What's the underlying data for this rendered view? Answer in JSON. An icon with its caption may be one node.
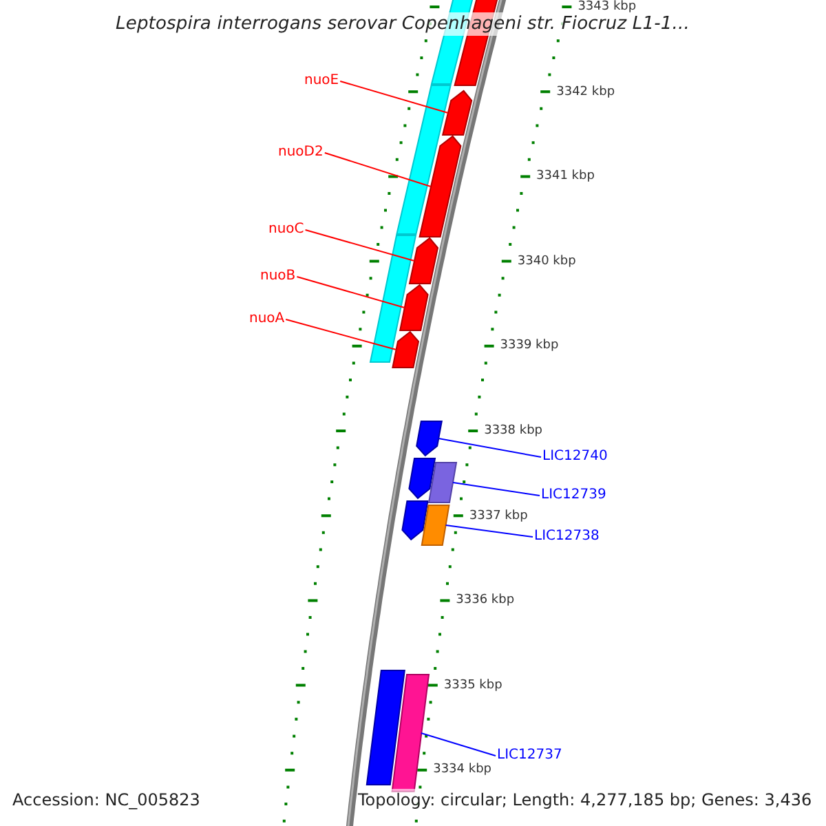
{
  "diagram": {
    "title": "Leptospira interrogans serovar Copenhageni str. Fiocruz L1-1...",
    "nodes": [
      {
        "text": [
          "nuoE"
        ]
      },
      {
        "text": [
          "nuoD2"
        ]
      },
      {
        "text": [
          "nuoC"
        ]
      },
      {
        "text": [
          "nuoB"
        ]
      },
      {
        "text": [
          "nuoA"
        ]
      },
      {
        "text": [
          "LIC12740"
        ]
      },
      {
        "text": [
          "LIC12739"
        ]
      },
      {
        "text": [
          "LIC12738"
        ]
      },
      {
        "text": [
          "LIC12737"
        ]
      },
      {
        "text": [],
        "shape": "pentagon"
      },
      {
        "text": [],
        "shape": "pentagon"
      },
      {
        "text": [],
        "shape": "pentagon"
      },
      {
        "text": [],
        "shape": "pentagon"
      },
      {
        "text": [],
        "shape": "pentagon"
      },
      {
        "text": [],
        "shape": "pentagon"
      },
      {
        "text": [],
        "shape": "bar"
      },
      {
        "text": [],
        "shape": "bar"
      },
      {
        "text": [],
        "shape": "bar"
      },
      {
        "text": [],
        "shape": "pentagon"
      },
      {
        "text": [],
        "shape": "pentagon"
      },
      {
        "text": [],
        "shape": "pentagon"
      },
      {
        "text": [],
        "shape": "bar"
      },
      {
        "text": [],
        "shape": "bar"
      },
      {
        "text": [],
        "shape": "bar"
      },
      {
        "text": [],
        "shape": "bar"
      }
    ],
    "edges": [
      {
        "from": 0,
        "to": 10,
        "arrow": "none"
      },
      {
        "from": 1,
        "to": 11,
        "arrow": "none"
      },
      {
        "from": 2,
        "to": 12,
        "arrow": "none"
      },
      {
        "from": 3,
        "to": 13,
        "arrow": "none"
      },
      {
        "from": 4,
        "to": 14,
        "arrow": "none"
      },
      {
        "from": 5,
        "to": 18,
        "arrow": "none",
        "color": "#0000ff"
      },
      {
        "from": 6,
        "to": 21,
        "arrow": "none",
        "color": "#0000ff"
      },
      {
        "from": 7,
        "to": 22,
        "arrow": "none",
        "color": "#0000ff"
      },
      {
        "from": 8,
        "to": 24,
        "arrow": "none",
        "color": "#0000ff"
      }
    ],
    "labels": [
      "3343 kbp",
      "3342 kbp",
      "3341 kbp",
      "3340 kbp",
      "3339 kbp",
      "3338 kbp",
      "3337 kbp",
      "3336 kbp",
      "3335 kbp",
      "3334 kbp",
      "Accession: NC_005823",
      "Topology: circular; Length: 4,277,185 bp; Genes: 3,436"
    ]
  }
}
